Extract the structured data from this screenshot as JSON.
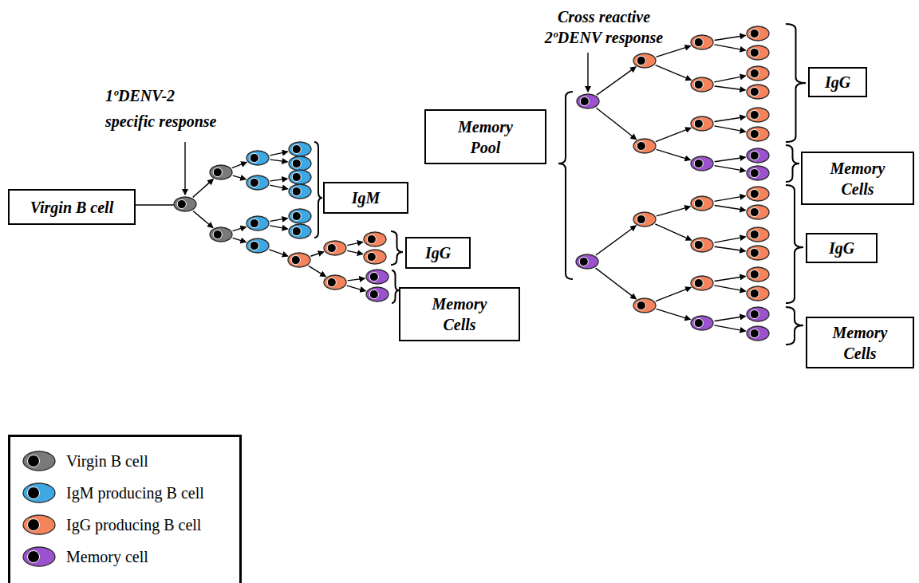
{
  "diagram": {
    "nodes": [
      {
        "text": [
          "Virgin B cell"
        ]
      },
      {
        "text": [
          "IgM"
        ]
      },
      {
        "text": [
          "IgG"
        ]
      },
      {
        "text": [
          "Memory Cells"
        ]
      },
      {
        "text": [
          "Memory Pool"
        ]
      },
      {
        "text": [
          "IgG"
        ]
      },
      {
        "text": [
          "Memory Cells"
        ]
      },
      {
        "text": [
          "IgG"
        ]
      },
      {
        "text": [
          "Memory Cells"
        ]
      }
    ],
    "labels": [
      "1ºDENV-2 specific response",
      "Cross reactive 2ºDENV response"
    ],
    "legend": [
      {
        "text": "Virgin B cell",
        "color": "#7a7a7a"
      },
      {
        "text": "IgM producing B cell",
        "color": "#3ea8e5"
      },
      {
        "text": "IgG producing B cell",
        "color": "#f5845c"
      },
      {
        "text": "Memory cell",
        "color": "#9c52cf"
      }
    ]
  }
}
